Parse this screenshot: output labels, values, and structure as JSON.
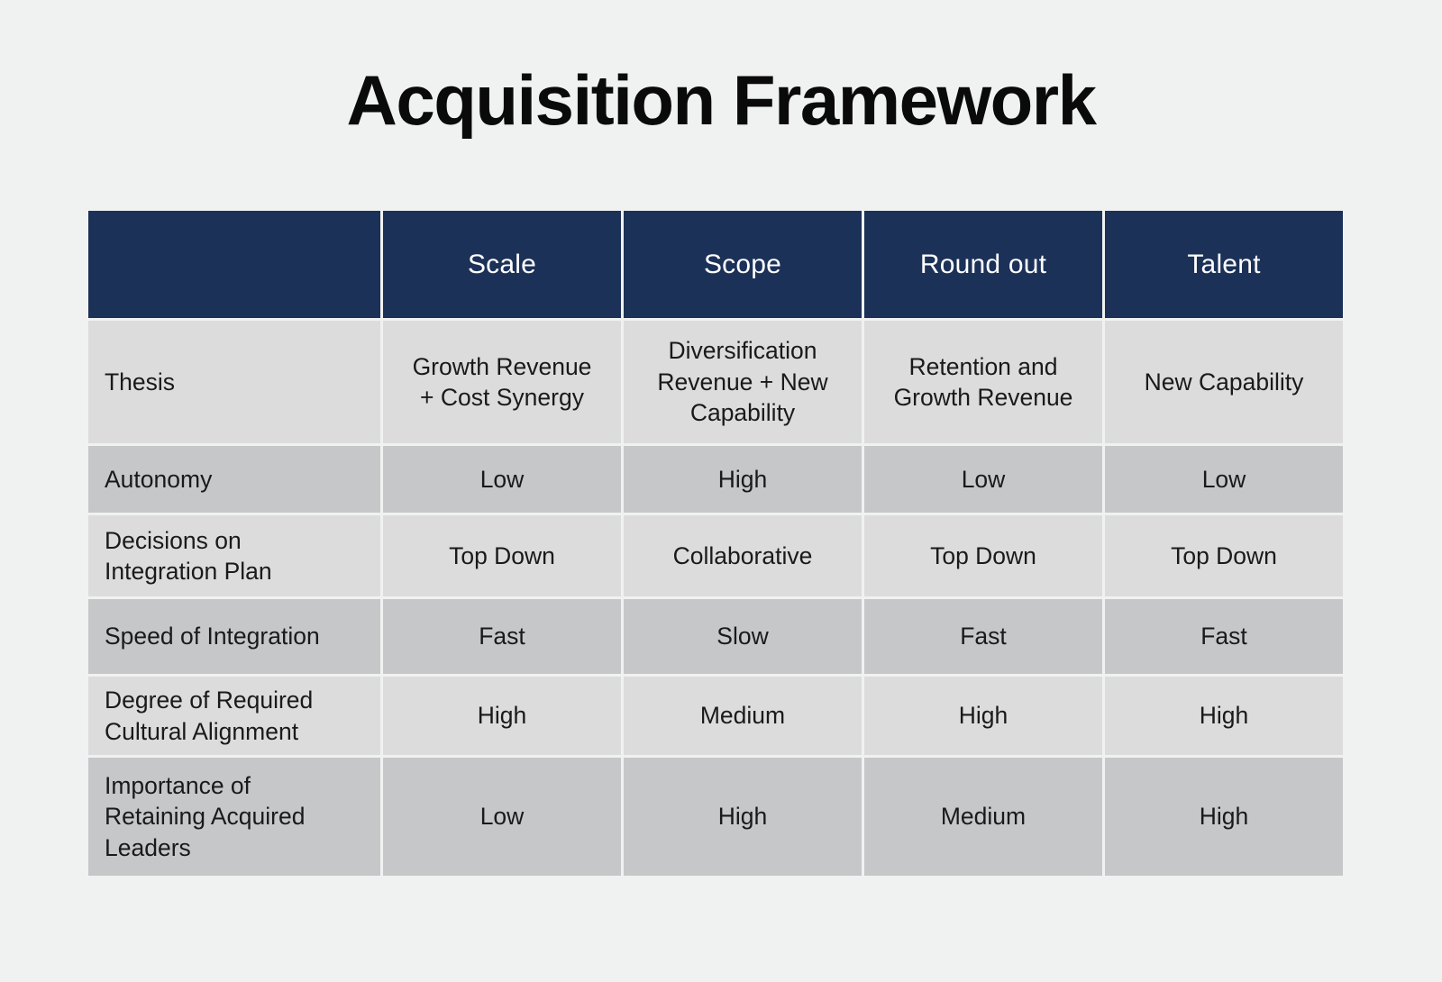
{
  "slide": {
    "title": "Acquisition Framework",
    "background_color": "#f0f1f1"
  },
  "theme": {
    "header_bg": "#1c3158",
    "header_text": "#ffffff",
    "row_light": "#dcdcdd",
    "row_mid": "#c6c7c9",
    "body_text": "#1a1a1a",
    "grid_gap": "#ffffff"
  },
  "chart_data": {
    "type": "table",
    "title": "Acquisition Framework",
    "columns": [
      "",
      "Scale",
      "Scope",
      "Round out",
      "Talent"
    ],
    "rows": [
      {
        "label": "Thesis",
        "values": [
          "Growth Revenue + Cost Synergy",
          "Diversification Revenue + New Capability",
          "Retention and Growth Revenue",
          "New Capability"
        ]
      },
      {
        "label": "Autonomy",
        "values": [
          "Low",
          "High",
          "Low",
          "Low"
        ]
      },
      {
        "label": "Decisions on Integration Plan",
        "values": [
          "Top Down",
          "Collaborative",
          "Top Down",
          "Top Down"
        ]
      },
      {
        "label": "Speed of Integration",
        "values": [
          "Fast",
          "Slow",
          "Fast",
          "Fast"
        ]
      },
      {
        "label": "Degree of Required Cultural Alignment",
        "values": [
          "High",
          "Medium",
          "High",
          "High"
        ]
      },
      {
        "label": "Importance of Retaining Acquired Leaders",
        "values": [
          "Low",
          "High",
          "Medium",
          "High"
        ]
      }
    ]
  },
  "table": {
    "headers": {
      "corner": "",
      "col1": "Scale",
      "col2": "Scope",
      "col3": "Round out",
      "col4": "Talent"
    },
    "rows": {
      "thesis": {
        "label": "Thesis",
        "scale": "Growth Revenue\n+ Cost Synergy",
        "scope": "Diversification\nRevenue + New\nCapability",
        "round_out": "Retention and\nGrowth Revenue",
        "talent": "New Capability"
      },
      "autonomy": {
        "label": "Autonomy",
        "scale": "Low",
        "scope": "High",
        "round_out": "Low",
        "talent": "Low"
      },
      "decisions": {
        "label": "Decisions on\nIntegration Plan",
        "scale": "Top Down",
        "scope": "Collaborative",
        "round_out": "Top Down",
        "talent": "Top Down"
      },
      "speed": {
        "label": "Speed of Integration",
        "scale": "Fast",
        "scope": "Slow",
        "round_out": "Fast",
        "talent": "Fast"
      },
      "degree": {
        "label": "Degree of Required\nCultural Alignment",
        "scale": "High",
        "scope": "Medium",
        "round_out": "High",
        "talent": "High"
      },
      "importance": {
        "label": "Importance of\nRetaining Acquired\nLeaders",
        "scale": "Low",
        "scope": "High",
        "round_out": "Medium",
        "talent": "High"
      }
    }
  }
}
